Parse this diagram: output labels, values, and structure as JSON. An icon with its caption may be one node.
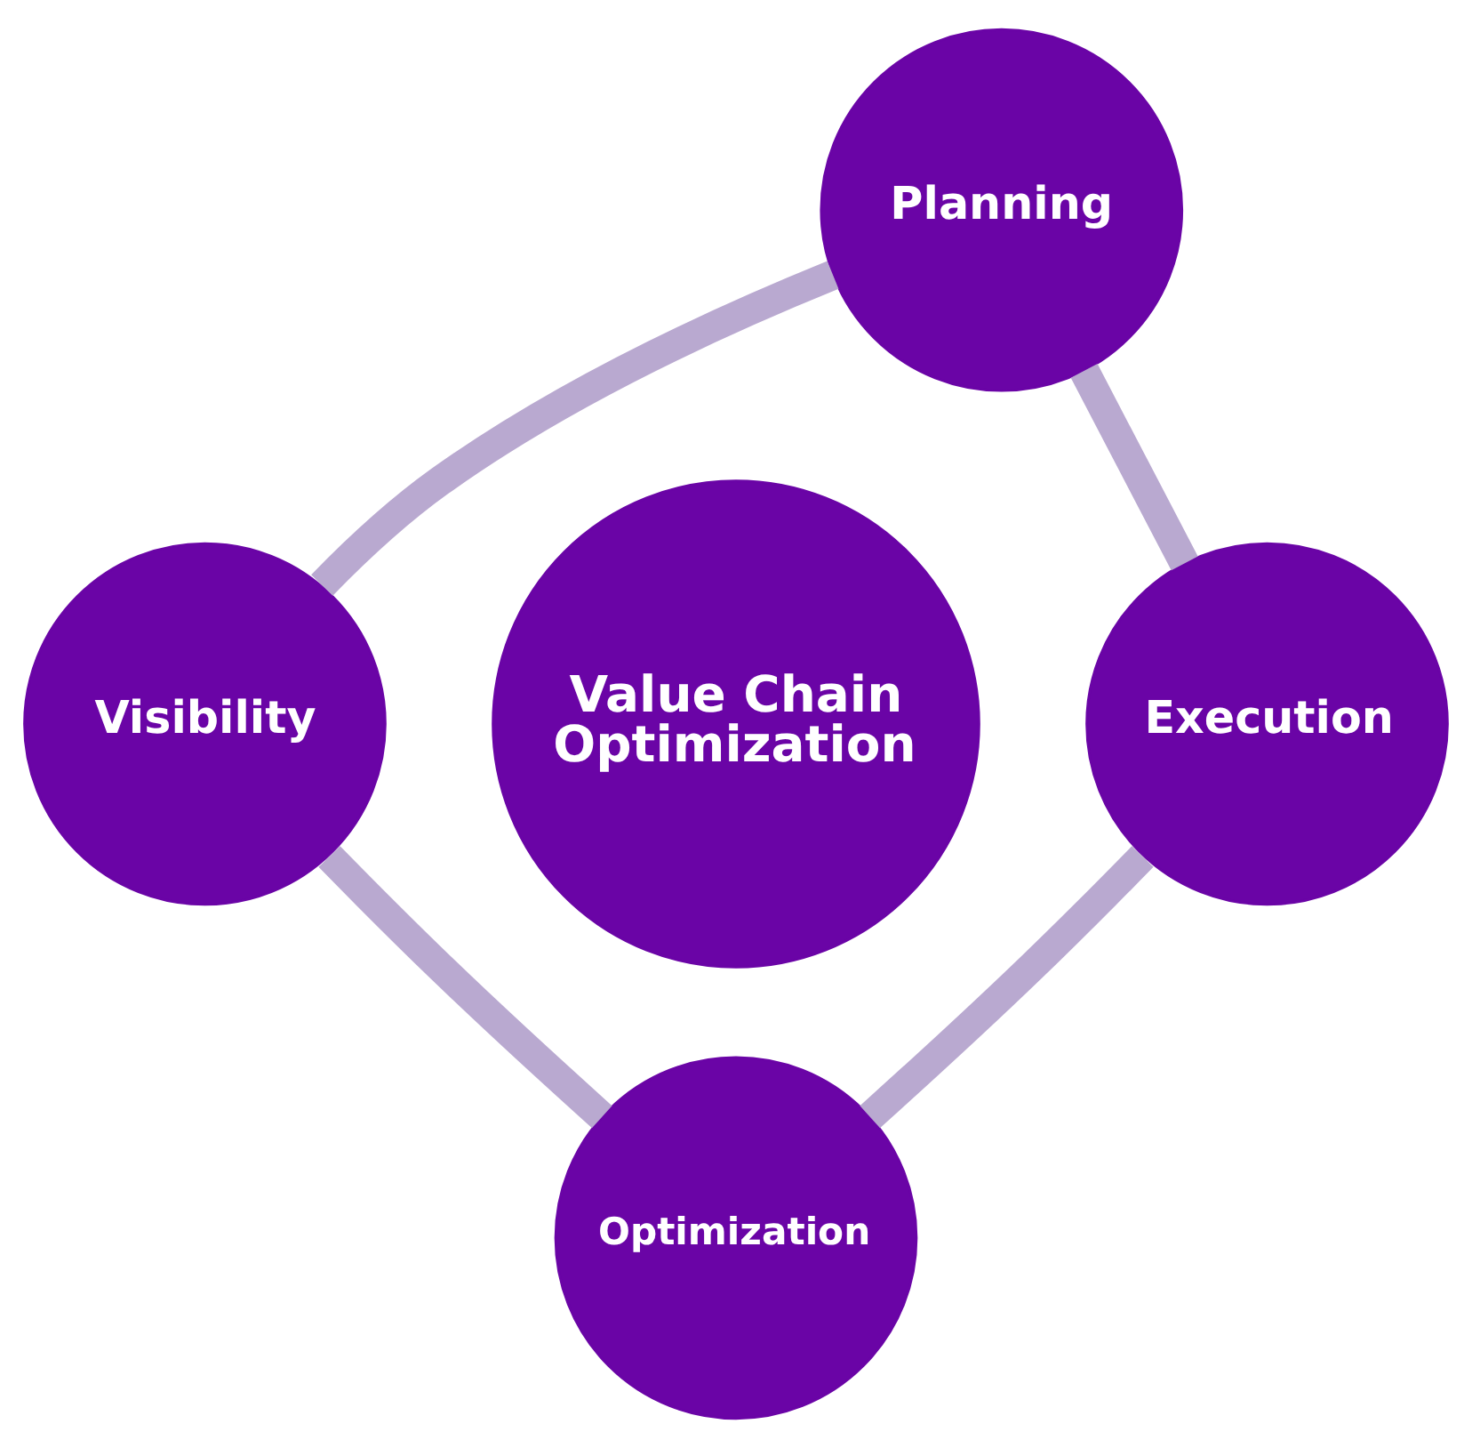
{
  "diagram": {
    "nodes": [
      {
        "text": [
          "Planning"
        ]
      },
      {
        "text": [
          "Execution"
        ]
      },
      {
        "text": [
          "Optimization"
        ]
      },
      {
        "text": [
          "Visibility"
        ]
      },
      {
        "text": [
          "Value Chain Optimization"
        ]
      }
    ],
    "edges": [
      {
        "from": 0,
        "to": 1,
        "arrow": "none"
      },
      {
        "from": 1,
        "to": 2,
        "arrow": "none"
      },
      {
        "from": 2,
        "to": 3,
        "arrow": "none"
      },
      {
        "from": 3,
        "to": 0,
        "arrow": "none"
      }
    ]
  }
}
